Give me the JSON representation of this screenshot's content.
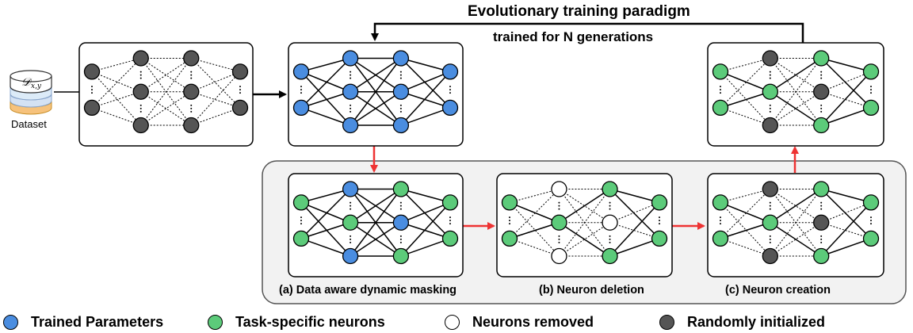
{
  "title": "Evolutionary training paradigm",
  "subtitle": "trained for N generations",
  "dataset": {
    "symbol": "𝒟",
    "subscript": "x,y",
    "label": "Dataset"
  },
  "captions": {
    "a": "(a) Data aware dynamic masking",
    "b": "(b) Neuron deletion",
    "c": "(c) Neuron creation"
  },
  "legend": [
    {
      "label": "Trained Parameters",
      "color": "#4A8DE0"
    },
    {
      "label": "Task-specific neurons",
      "color": "#5CCB7A"
    },
    {
      "label": "Neurons removed",
      "color": "#FFFFFF"
    },
    {
      "label": "Randomly initialized",
      "color": "#555555"
    }
  ],
  "colors": {
    "blue": "#4A8DE0",
    "green": "#5CCB7A",
    "white": "#FFFFFF",
    "gray": "#555555",
    "red_arrow": "#EE3333",
    "panel_bg": "#F2F2F2"
  },
  "networks": [
    {
      "name": "network-initial",
      "input": [
        "gray",
        "gray"
      ],
      "h1": [
        "gray",
        "gray",
        "gray"
      ],
      "h2": [
        "gray",
        "gray",
        "gray"
      ],
      "output": [
        "gray",
        "gray"
      ],
      "edges": "dashed"
    },
    {
      "name": "network-trained",
      "input": [
        "blue",
        "blue"
      ],
      "h1": [
        "blue",
        "blue",
        "blue"
      ],
      "h2": [
        "blue",
        "blue",
        "blue"
      ],
      "output": [
        "blue",
        "blue"
      ],
      "edges": "solid"
    },
    {
      "name": "network-final",
      "input": [
        "green",
        "green"
      ],
      "h1": [
        "gray",
        "green",
        "gray"
      ],
      "h2": [
        "green",
        "gray",
        "green"
      ],
      "output": [
        "green",
        "green"
      ],
      "edges": "mixed-final"
    },
    {
      "name": "network-masking",
      "input": [
        "green",
        "green"
      ],
      "h1": [
        "blue",
        "green",
        "blue"
      ],
      "h2": [
        "green",
        "blue",
        "green"
      ],
      "output": [
        "green",
        "green"
      ],
      "edges": "mixed-mask"
    },
    {
      "name": "network-deletion",
      "input": [
        "green",
        "green"
      ],
      "h1": [
        "white",
        "green",
        "white"
      ],
      "h2": [
        "green",
        "white",
        "green"
      ],
      "output": [
        "green",
        "green"
      ],
      "edges": "mixed-del"
    },
    {
      "name": "network-creation",
      "input": [
        "green",
        "green"
      ],
      "h1": [
        "gray",
        "green",
        "gray"
      ],
      "h2": [
        "green",
        "gray",
        "green"
      ],
      "output": [
        "green",
        "green"
      ],
      "edges": "mixed-final"
    }
  ]
}
